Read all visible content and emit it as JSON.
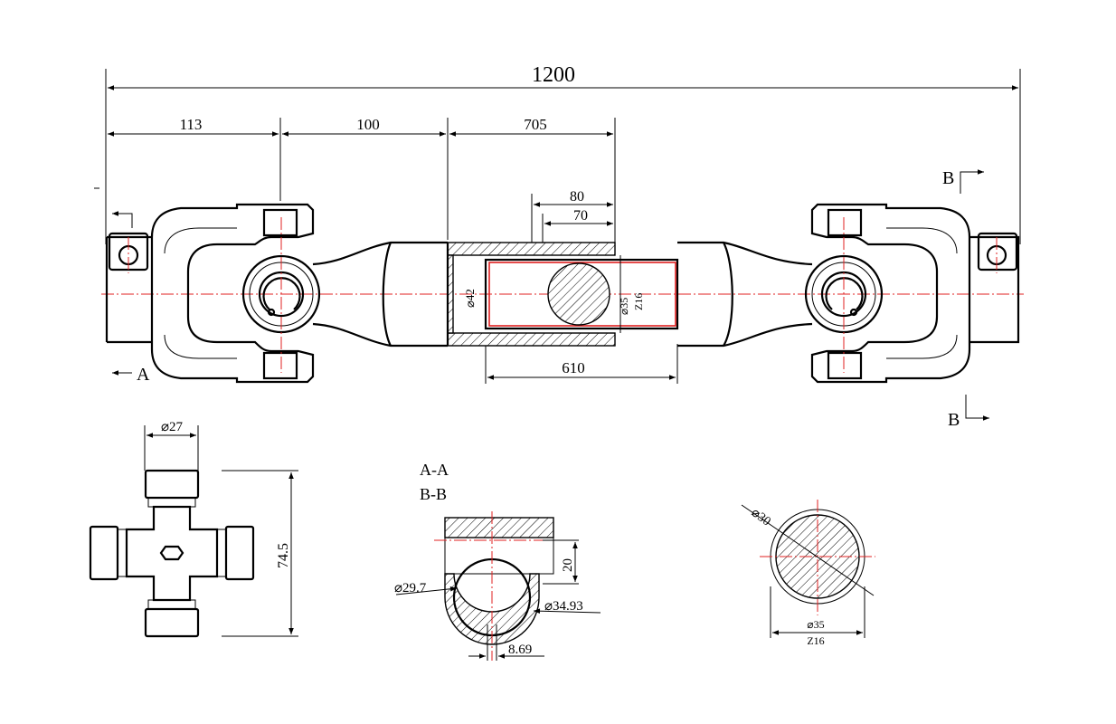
{
  "dimensions": {
    "overall": "1200",
    "d113": "113",
    "d100": "100",
    "d705": "705",
    "d80": "80",
    "d70": "70",
    "d610": "610",
    "tube_dia": "⌀42",
    "spline_dia": "⌀35",
    "spline_teeth": "Z16",
    "cross_dia": "⌀27",
    "cross_span": "74.5",
    "bore_dia": "⌀29.7",
    "spline_od": "⌀34.93",
    "keyway_depth": "20",
    "keyway_width": "8.69",
    "shaft_dia": "⌀30",
    "shaft_spline_dia": "⌀35",
    "shaft_spline_teeth": "Z16"
  },
  "sections": {
    "a_label": "A",
    "b_label_top": "B",
    "b_label_bottom": "B",
    "section_a": "A-A",
    "section_b": "B-B"
  },
  "colors": {
    "outline": "#000000",
    "centerline": "#e02020"
  }
}
